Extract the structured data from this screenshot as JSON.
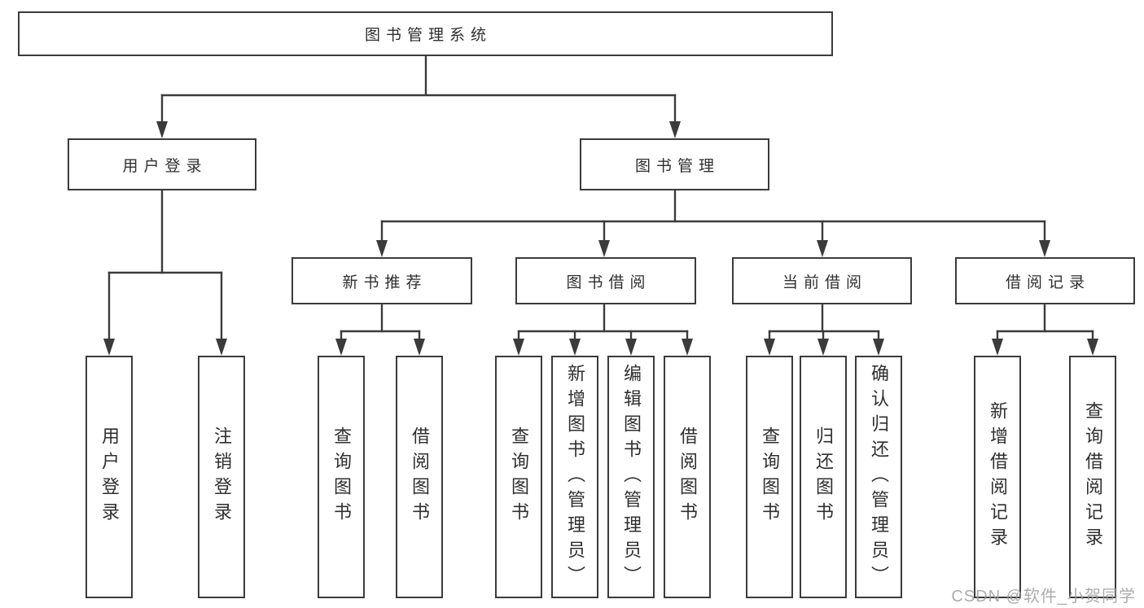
{
  "diagram": {
    "root": {
      "label": "图书管理系统",
      "children": [
        {
          "label": "用户登录",
          "children": [
            {
              "label": "用户登录"
            },
            {
              "label": "注销登录"
            }
          ]
        },
        {
          "label": "图书管理",
          "children": [
            {
              "label": "新书推荐",
              "children": [
                {
                  "label": "查询图书"
                },
                {
                  "label": "借阅图书"
                }
              ]
            },
            {
              "label": "图书借阅",
              "children": [
                {
                  "label": "查询图书"
                },
                {
                  "label": "新增图书（管理员）"
                },
                {
                  "label": "编辑图书（管理员）"
                },
                {
                  "label": "借阅图书"
                }
              ]
            },
            {
              "label": "当前借阅",
              "children": [
                {
                  "label": "查询图书"
                },
                {
                  "label": "归还图书"
                },
                {
                  "label": "确认归还（管理员）"
                }
              ]
            },
            {
              "label": "借阅记录",
              "children": [
                {
                  "label": "新增借阅记录"
                },
                {
                  "label": "查询借阅记录"
                }
              ]
            }
          ]
        }
      ]
    }
  },
  "watermark": "CSDN @软件_小贺同学",
  "colors": {
    "line": "#3b3b3b",
    "text": "#2f2f2f",
    "watermark": "#9e9e9e",
    "background": "#ffffff"
  }
}
